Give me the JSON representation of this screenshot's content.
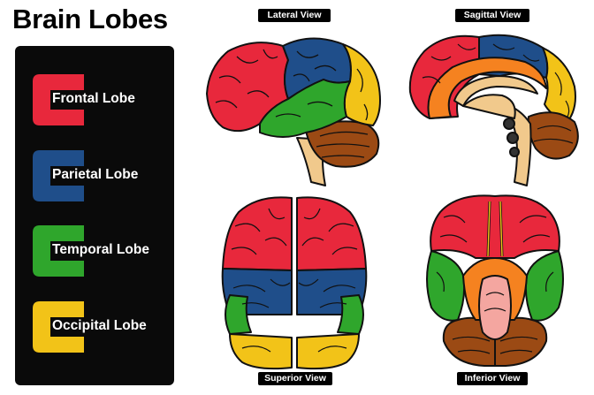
{
  "title": "Brain Lobes",
  "legend": [
    {
      "label": "Frontal Lobe",
      "color": "#e8283c"
    },
    {
      "label": "Parietal Lobe",
      "color": "#1f4e8a"
    },
    {
      "label": "Temporal Lobe",
      "color": "#2fa62c"
    },
    {
      "label": "Occipital Lobe",
      "color": "#f2c318"
    }
  ],
  "views": {
    "lateral": "Lateral View",
    "sagittal": "Sagittal View",
    "superior": "Superior View",
    "inferior": "Inferior View"
  },
  "colors": {
    "frontal": "#e8283c",
    "parietal": "#1f4e8a",
    "temporal": "#2fa62c",
    "occipital": "#f2c318",
    "cerebellum": "#9b4a14",
    "brainstem": "#f1c98c",
    "limbic": "#f58220"
  }
}
